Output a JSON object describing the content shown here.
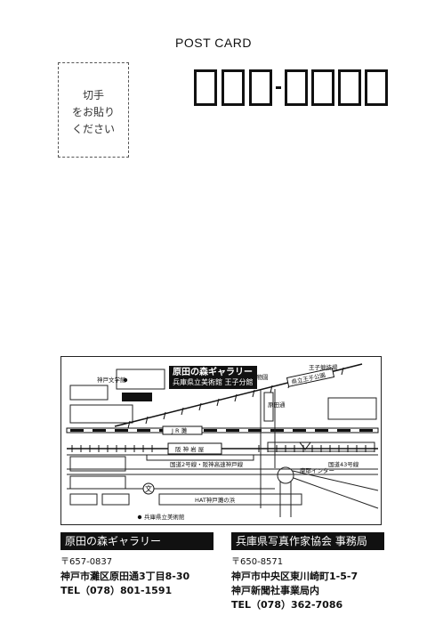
{
  "card": {
    "title": "POST CARD"
  },
  "stamp_box": {
    "lines": [
      "切手",
      "をお貼り",
      "ください"
    ]
  },
  "map": {
    "gallery_name": "原田の森ギャラリー",
    "gallery_sub": "兵庫県立美術館 王子分館",
    "labels": {
      "kobe_bungakukan": "神戸文学館",
      "oji_stadium": "王子競技場",
      "oji_zoo": "王子動物園",
      "oji_park": "県立王子公園",
      "harada_street": "原田通",
      "jr_nada": "J R 灘",
      "hanshin_iwaya": "阪 神 岩 屋",
      "route2": "国道2号線・阪神高速神戸線",
      "route43": "国道43号線",
      "maya_ic": "摩耶インター",
      "hat_kobe": "HAT神戸灘の浜",
      "museum": "兵庫県立美術館",
      "school_symbol": "文"
    }
  },
  "contacts": [
    {
      "name": "原田の森ギャラリー",
      "zip": "〒657-0837",
      "address": "神戸市灘区原田通3丁目8-30",
      "tel": "TEL（078）801-1591"
    },
    {
      "name": "兵庫県写真作家協会 事務局",
      "zip": "〒650-8571",
      "address": "神戸市中央区東川崎町1-5-7",
      "address2": "神戸新聞社事業局内",
      "tel": "TEL（078）362-7086"
    }
  ]
}
